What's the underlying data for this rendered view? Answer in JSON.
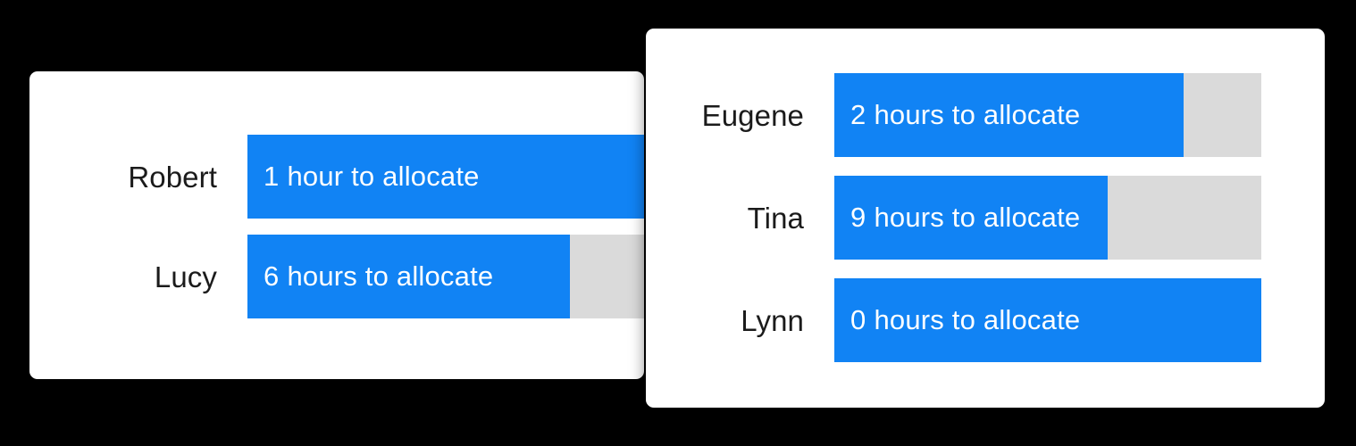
{
  "theme": {
    "background": "#000000",
    "card_background": "#ffffff",
    "bar_fill_color": "#1183f4",
    "bar_track_color": "#dadada",
    "name_text_color": "#1b1b1b",
    "bar_text_color": "#ffffff"
  },
  "cards": [
    {
      "id": "left",
      "rows": [
        {
          "name": "Robert",
          "amount": "1",
          "unit_phrase": "hour to allocate",
          "fill_percent": 94.5
        },
        {
          "name": "Lucy",
          "amount": "6",
          "unit_phrase": "hours to allocate",
          "fill_percent": 75.2
        }
      ]
    },
    {
      "id": "right",
      "rows": [
        {
          "name": "Eugene",
          "amount": "2",
          "unit_phrase": "hours to allocate",
          "fill_percent": 81.8
        },
        {
          "name": "Tina",
          "amount": "9",
          "unit_phrase": "hours to allocate",
          "fill_percent": 64.0
        },
        {
          "name": "Lynn",
          "amount": "0",
          "unit_phrase": "hours to allocate",
          "fill_percent": 100.0
        }
      ]
    }
  ],
  "chart_data": {
    "type": "bar",
    "title": "",
    "xlabel": "",
    "ylabel": "",
    "orientation": "horizontal",
    "grid": false,
    "legend": "none",
    "value_unit": "hours to allocate",
    "categories": [
      "Robert",
      "Lucy",
      "Eugene",
      "Tina",
      "Lynn"
    ],
    "values": [
      1,
      6,
      2,
      9,
      0
    ],
    "bar_fill_percent": [
      94.5,
      75.2,
      81.8,
      64.0,
      100.0
    ],
    "labels": [
      "1 hour to allocate",
      "6 hours to allocate",
      "2 hours to allocate",
      "9 hours to allocate",
      "0 hours to allocate"
    ],
    "panels": [
      {
        "id": "left",
        "categories": [
          "Robert",
          "Lucy"
        ],
        "values": [
          1,
          6
        ]
      },
      {
        "id": "right",
        "categories": [
          "Eugene",
          "Tina",
          "Lynn"
        ],
        "values": [
          2,
          9,
          0
        ]
      }
    ]
  }
}
